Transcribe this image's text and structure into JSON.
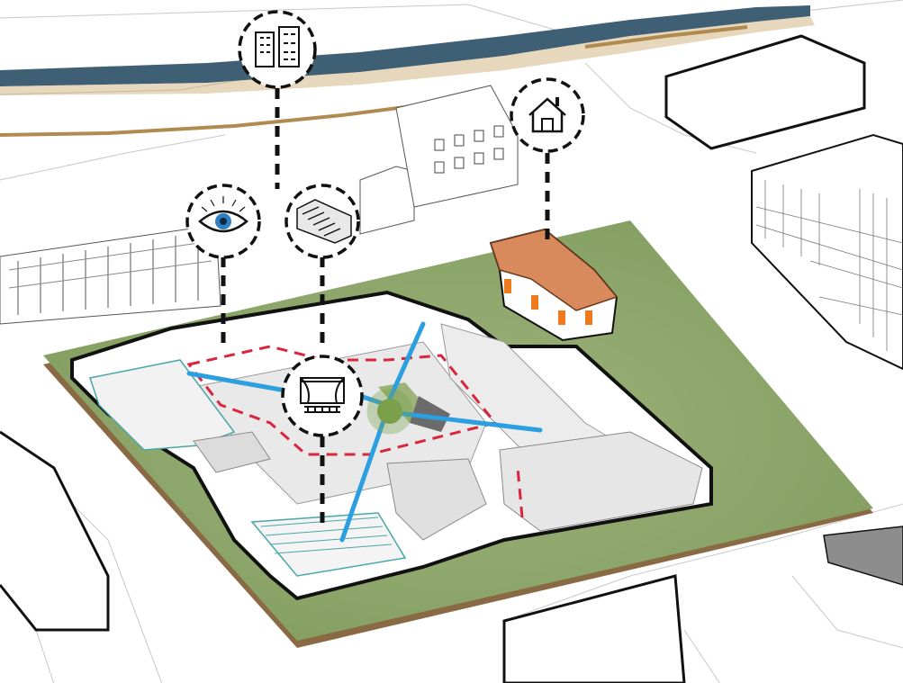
{
  "diagram": {
    "kind": "axonometric site diagram",
    "colors": {
      "ground_green": "#8fa86a",
      "ground_edge_brown": "#8a6a44",
      "river_blue": "#3f5f74",
      "river_bank_tan": "#c9a66b",
      "building_white": "#f2f2f2",
      "building_roof_grey": "#e3e3e3",
      "court_teal_line": "#4aa6a6",
      "axis_blue": "#2b9fe0",
      "dashed_red": "#d7263d",
      "house_roof_orange": "#d98a5c",
      "house_accent_orange": "#f07a1e",
      "center_green_node": "#7aa04b",
      "outline_black": "#111111"
    },
    "icons": [
      {
        "id": "office-buildings",
        "meaning": "city buildings"
      },
      {
        "id": "eye",
        "meaning": "view"
      },
      {
        "id": "stairs",
        "meaning": "stairs"
      },
      {
        "id": "house",
        "meaning": "house"
      },
      {
        "id": "theater-stage",
        "meaning": "theater"
      }
    ]
  }
}
